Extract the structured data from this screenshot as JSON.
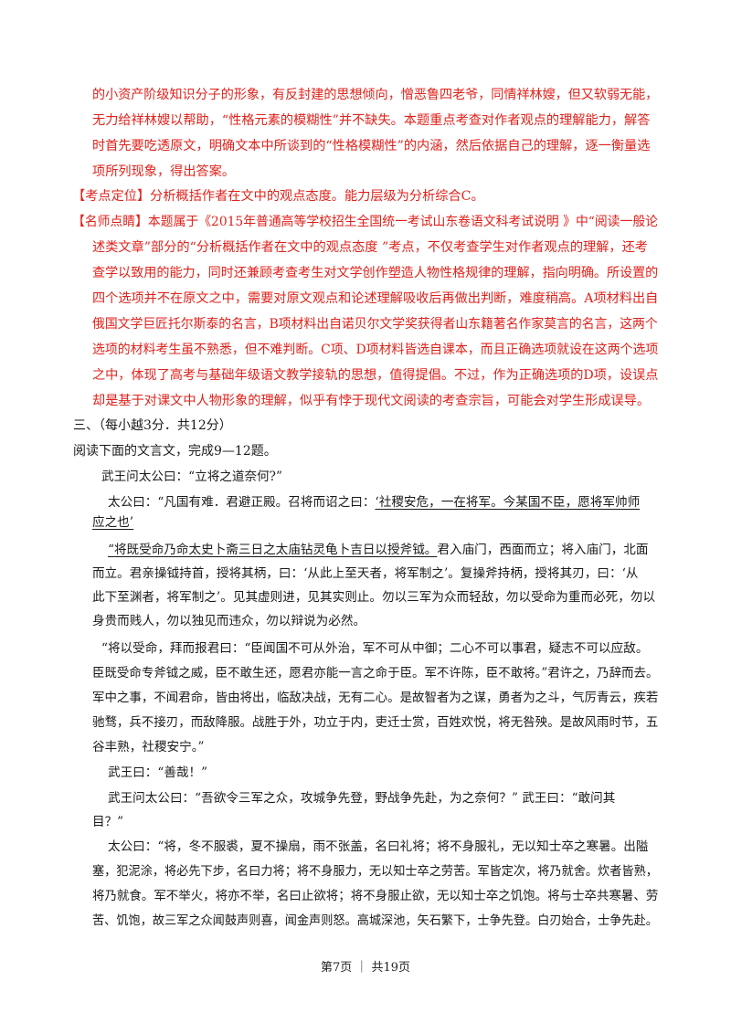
{
  "answer_analysis": [
    "的小资产阶级知识分子的形象，有反封建的思想倾向，憎恶鲁四老爷，同情祥林嫂，但又软弱无能，",
    "无力给祥林嫂以帮助，“性格元素的模糊性”并不缺失。本题重点考查对作者观点的理解能力，解答",
    "时首先要吃透原文，明确文本中所谈到的“性格模糊性”的内涵，然后依据自己的理解，逐一衡量选",
    "项所列现象，得出答案。"
  ],
  "kaodian": "【考点定位】分析概括作者在文中的观点态度。能力层级为分析综合C。",
  "mingshi": [
    "【名师点睛】本题属于《2015年普通高等学校招生全国统一考试山东卷语文科考试说明 》中“阅读一般论",
    "述类文章”部分的“分析概括作者在文中的观点态度 ”考点，不仅考查学生对作者观点的理解，还考",
    "查学以致用的能力，同时还兼顾考查考生对文学创作塑造人物性格规律的理解，指向明确。所设置的",
    "四个选项并不在原文之中，需要对原文观点和论述理解吸收后再做出判断，难度稍高。A项材料出自",
    "俄国文学巨匠托尔斯泰的名言，B项材料出自诺贝尔文学奖获得者山东籍著名作家莫言的名言，这两个",
    "选项的材料考生虽不熟悉，但不难判断。C项、D项材料皆选自课本，而且正确选项就设在这两个选项",
    "之中，体现了高考与基础年级语文教学接轨的思想，值得提倡。不过，作为正确选项的D项，设误点",
    "却是基于对课文中人物形象的理解，似乎有悖于现代文阅读的考查宗旨，可能会对学生形成误导。"
  ],
  "section_heading": "三、（每小越3分．共12分）",
  "instruction": "阅读下面的文言文，完成9—12题。",
  "classical": {
    "p1": "武王问太公曰：“立将之道奈何?”",
    "p2_a": "太公曰：“凡国有难．君避正殿。召将而诏之曰：",
    "p2_b": "‘社稷安危，一在将军。今某国不臣，愿将军帅师",
    "p2_c": "应之也’",
    "p3_a": "“将既受命乃命太史卜斋三日之太庙钻灵龟卜吉日以授斧钺。",
    "p3_b": "君入庙门，西面而立；将入庙门，北面",
    "p3_2": "而立。君亲操钺持首，授将其柄，曰：‘从此上至天者，将军制之’。复操斧持柄，授将其刃，曰：‘从",
    "p3_3": "此下至渊者，将军制之’。见其虚则进，见其实则止。勿以三军为众而轻敌，勿以受命为重而必死，勿以",
    "p3_4": "身贵而贱人，勿以独见而违众，勿以辩说为必然。",
    "p4_1": "“将以受命，拜而报君曰：“臣闻国不可从外治，军不可从中御；二心不可以事君，疑志不可以应敌。",
    "p4_2": "臣既受命专斧钺之威，臣不敢生还，愿君亦能一言之命于臣。军不许陈，臣不敢将。”君许之，乃辞而去。",
    "p4_3": "军中之事，不闻君命，皆由将出，临敌决战，无有二心。是故智者为之谋，勇者为之斗，气厉青云，疾若",
    "p4_4": "驰骛，兵不接刃，而敌降服。战胜于外，功立于内，吏迁士赏，百姓欢悦，将无咎殃。是故风雨时节，五",
    "p4_5": "谷丰熟，社稷安宁。”",
    "p5": "武王曰：“善哉！”",
    "p6_1": "武王问太公曰：“吾欲令三军之众，攻城争先登，野战争先赴，为之奈何？” 武王曰：“敢问其",
    "p6_2": "目？”",
    "p7_1": "太公曰：“将，冬不服裘，夏不操扇，雨不张盖，名曰礼将；将不身服礼，无以知士卒之寒暑。出隘",
    "p7_2": "塞，犯泥涂，将必先下步，名曰力将；将不身服力，无以知士卒之劳苦。军皆定次，将乃就舍。炊者皆熟，",
    "p7_3": "将乃就食。军不举火，将亦不举，名曰止欲将；将不身服止欲，无以知士卒之饥饱。将与士卒共寒暑、劳",
    "p7_4": "苦、饥饱，故三军之众闻鼓声则喜，闻金声则怒。高城深池，矢石繁下，士争先登。白刃始合，士争先赴。"
  },
  "footer": "第7页 ｜ 共19页"
}
